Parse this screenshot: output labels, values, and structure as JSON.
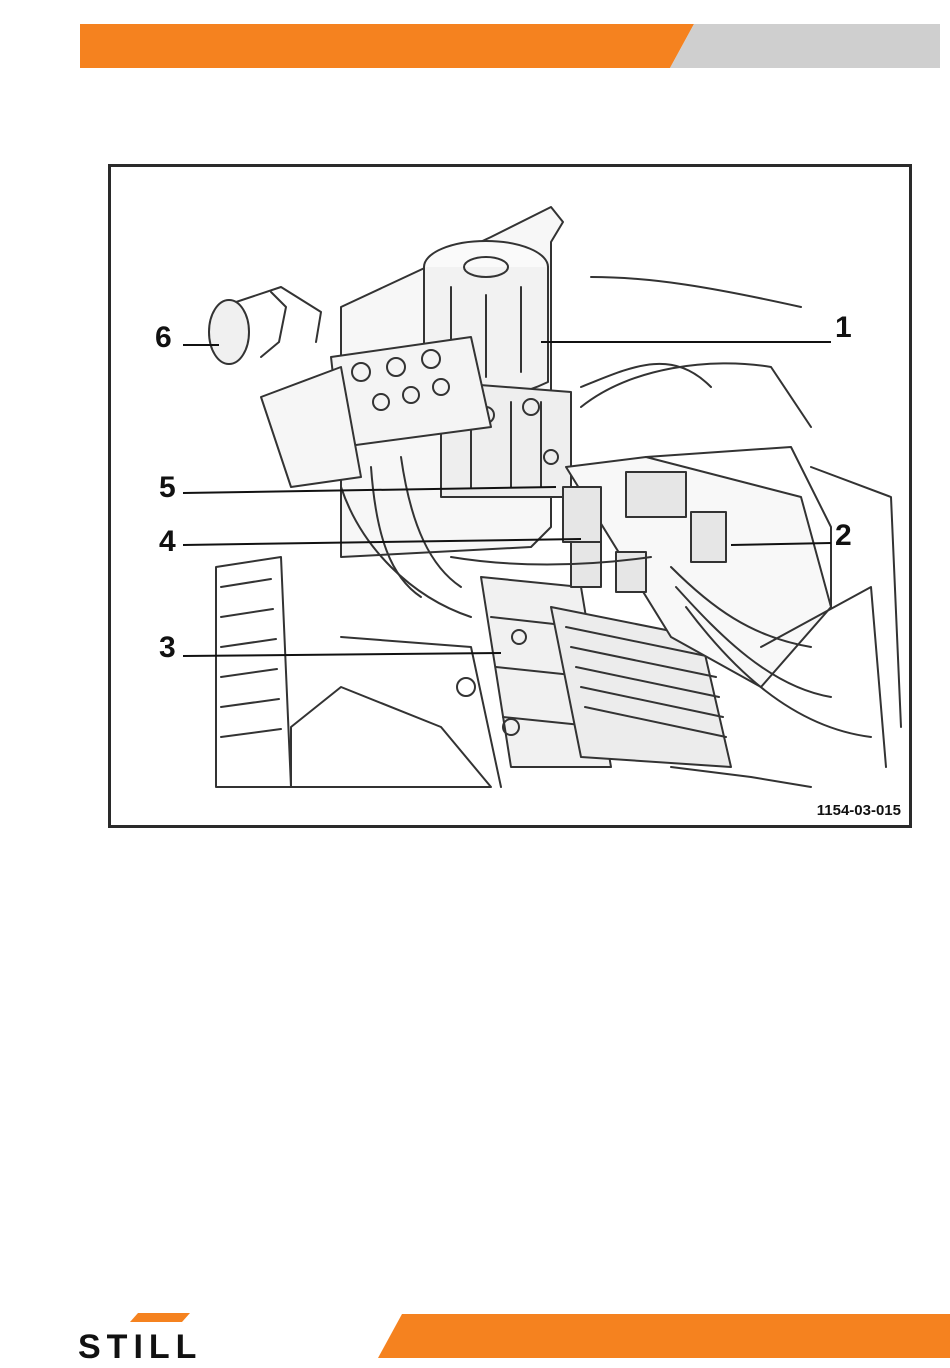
{
  "header": {
    "orange_color": "#f5821f",
    "grey_color": "#cfcfcf"
  },
  "figure": {
    "figure_id": "1154-03-015",
    "callouts": [
      {
        "label": "1"
      },
      {
        "label": "2"
      },
      {
        "label": "3"
      },
      {
        "label": "4"
      },
      {
        "label": "5"
      },
      {
        "label": "6"
      }
    ]
  },
  "footer": {
    "orange_color": "#f5821f",
    "logo_text": "STILL",
    "logo_accent_color": "#f5821f"
  }
}
